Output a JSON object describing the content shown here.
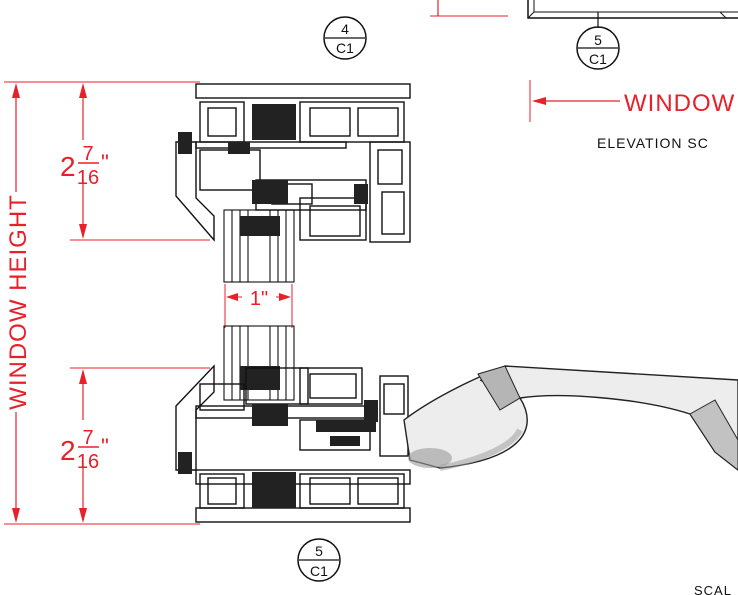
{
  "callouts": {
    "top": {
      "number": "4",
      "sheet": "C1"
    },
    "top_right": {
      "number": "5",
      "sheet": "C1"
    },
    "bottom": {
      "number": "5",
      "sheet": "C1"
    }
  },
  "dimensions": {
    "window_height_label": "WINDOW HEIGHT",
    "window_label_partial": "WINDOW",
    "top_frame": {
      "whole": "2",
      "num": "7",
      "den": "16",
      "unit": "\""
    },
    "bottom_frame": {
      "whole": "2",
      "num": "7",
      "den": "16",
      "unit": "\""
    },
    "glass_thickness": "1\""
  },
  "notes": {
    "elevation": "ELEVATION SC",
    "scale": "SCAL"
  },
  "colors": {
    "dimension": "#e8202a",
    "linework": "#111111",
    "handle_shade": "#9a9a9a"
  }
}
